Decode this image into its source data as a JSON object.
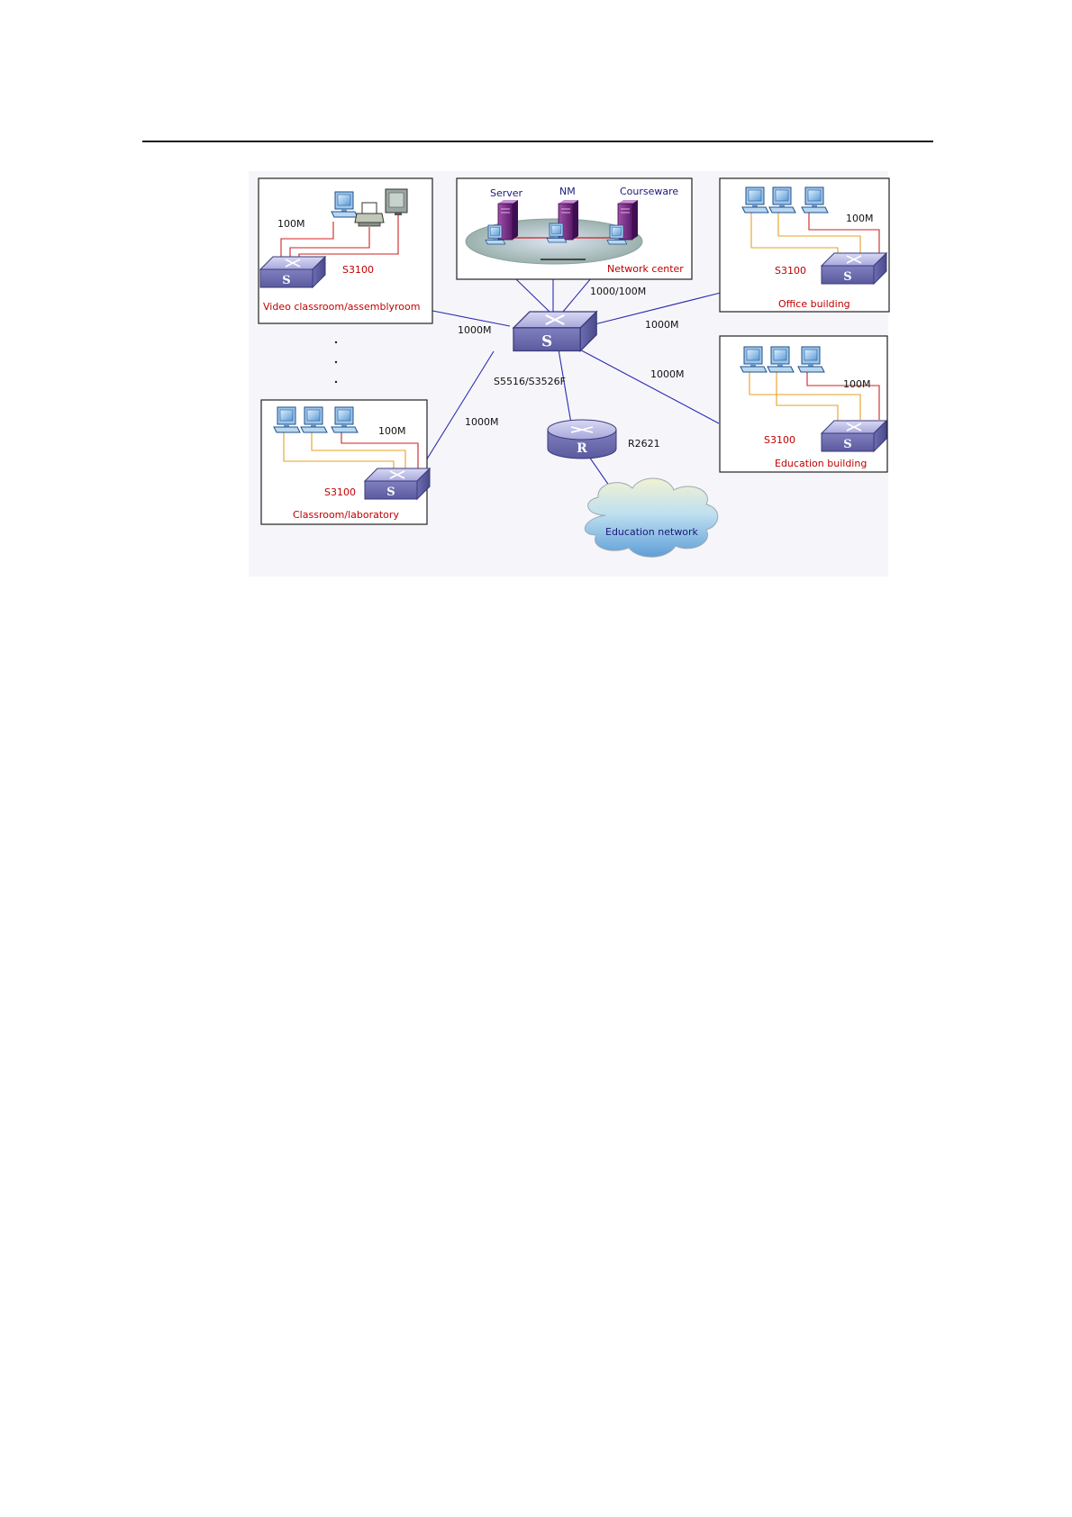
{
  "network_center": {
    "server_label": "Server",
    "nm_label": "NM",
    "courseware_label": "Courseware",
    "title": "Network center"
  },
  "video_room": {
    "speed": "100M",
    "switch_label": "S3100",
    "title": "Video classroom/assemblyroom"
  },
  "office": {
    "speed": "100M",
    "switch_label": "S3100",
    "title": "Office building"
  },
  "education": {
    "speed": "100M",
    "switch_label": "S3100",
    "title": "Education building"
  },
  "classroom": {
    "speed": "100M",
    "switch_label": "S3100",
    "title": "Classroom/laboratory"
  },
  "core": {
    "switch_label": "S5516/S3526F",
    "link_network_center": "1000/100M",
    "link_video": "1000M",
    "link_office": "1000M",
    "link_education": "1000M",
    "link_classroom": "1000M"
  },
  "router": {
    "label": "R2621"
  },
  "cloud": {
    "label": "Education network"
  },
  "icons": {
    "switch": "switch-icon",
    "router": "router-icon",
    "pc": "desktop-computer-icon",
    "server": "server-tower-icon",
    "printer": "printer-icon",
    "monitor": "tv-monitor-icon",
    "cloud": "cloud-icon"
  },
  "colors": {
    "backbone_link": "#2b2bb0",
    "access_link_red": "#cc2222",
    "access_link_orange": "#e8a020",
    "label_red": "#c00000"
  }
}
